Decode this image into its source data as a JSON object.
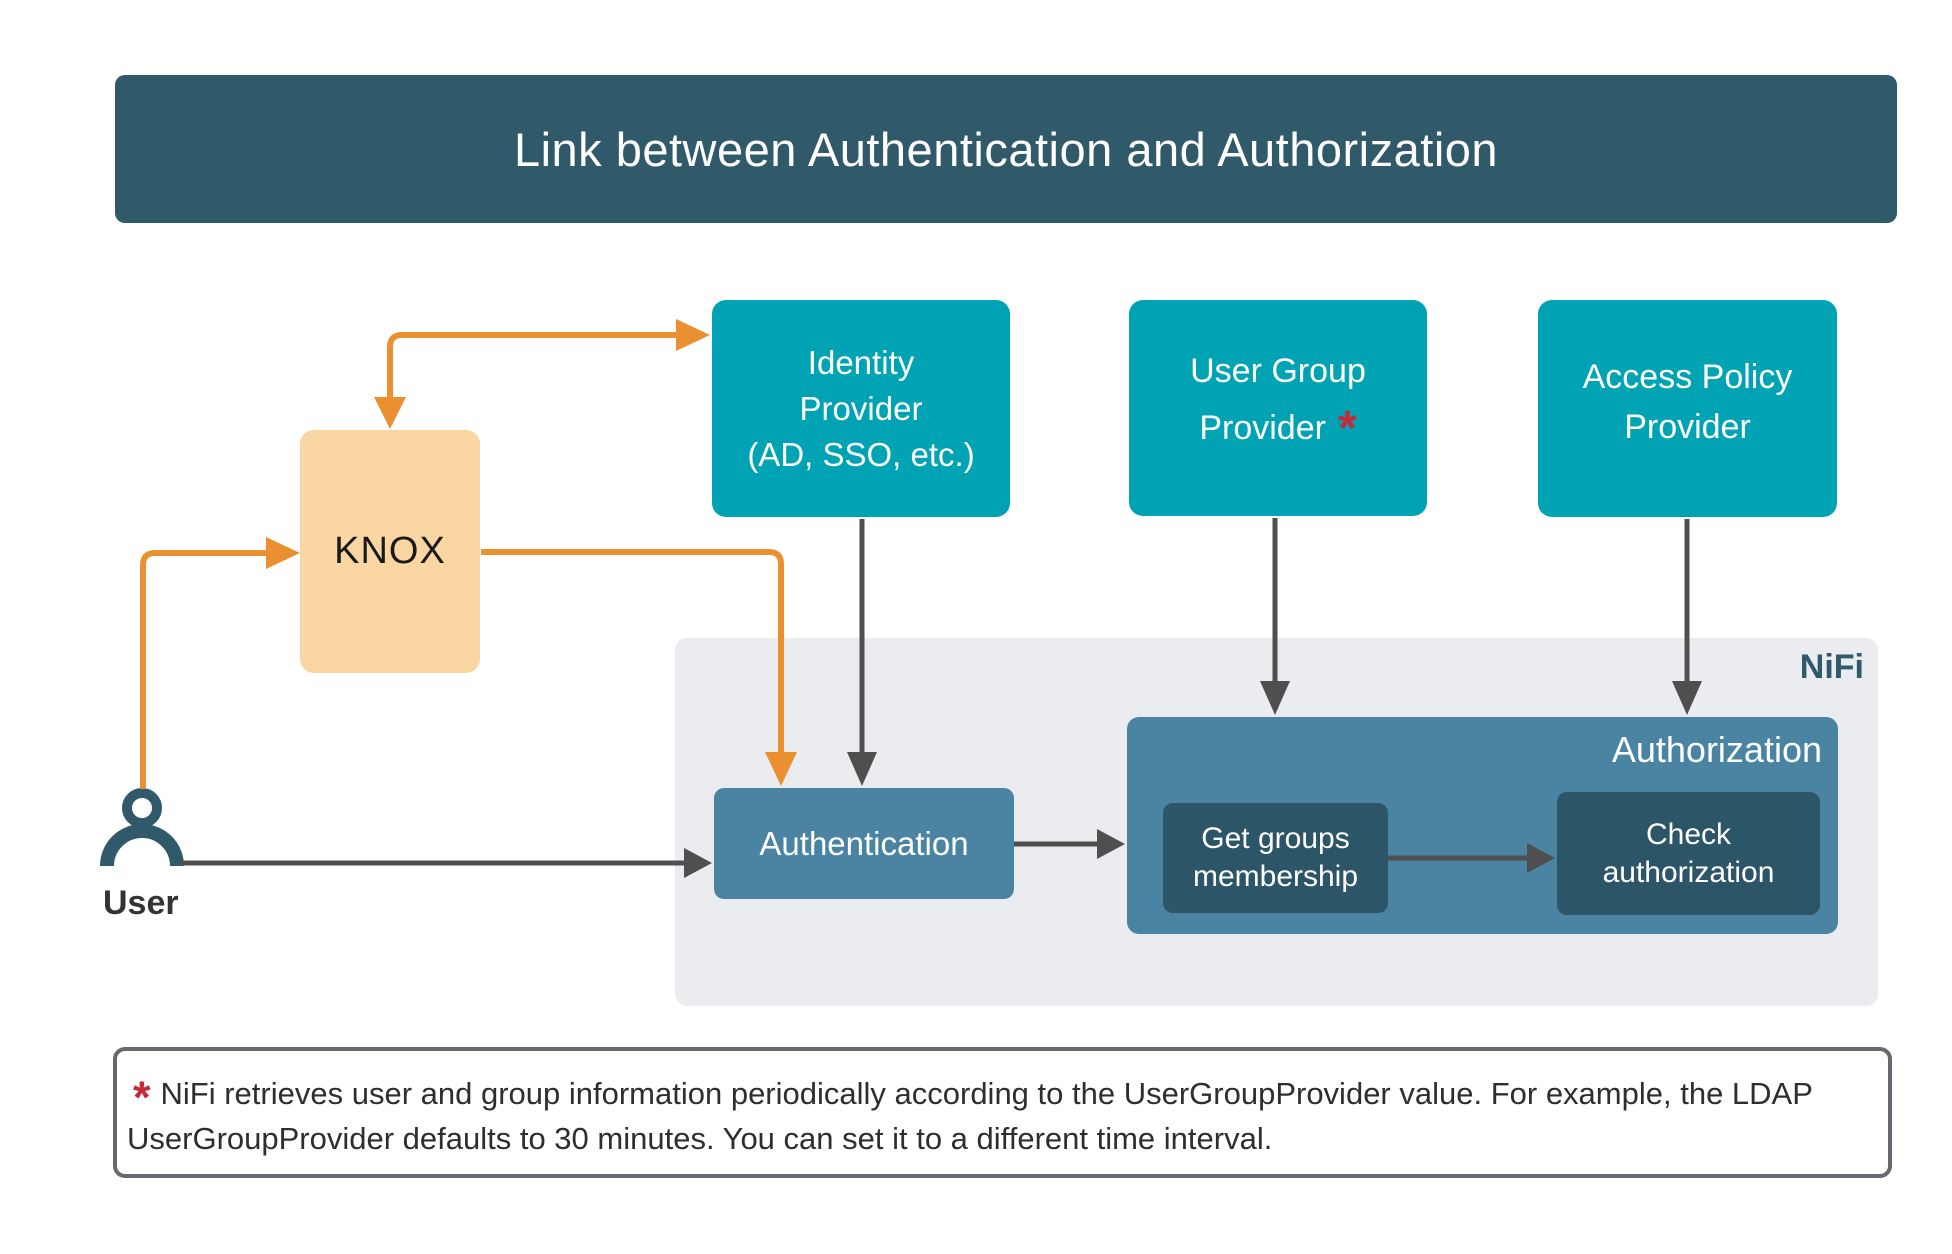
{
  "title": "Link between Authentication and Authorization",
  "colors": {
    "title_bar": "#30596a",
    "teal": "#00a3b4",
    "steel_blue": "#4a84a2",
    "dark_blue": "#2d5568",
    "panel_gray": "#eaecef",
    "knox_fill": "#fad7a2",
    "orange": "#ea9031",
    "arrow_gray": "#4f4f4f",
    "red": "#c8293a",
    "footnote_border": "#66696d",
    "text_dark": "#2c2e30"
  },
  "nodes": {
    "knox": {
      "label": "KNOX"
    },
    "identity_provider": {
      "line1": "Identity",
      "line2": "Provider",
      "line3": "(AD, SSO, etc.)"
    },
    "user_group_provider": {
      "line1": "User Group",
      "line2": "Provider",
      "asterisk": "*"
    },
    "access_policy_provider": {
      "line1": "Access Policy",
      "line2": "Provider"
    },
    "nifi_label": "NiFi",
    "authentication": {
      "label": "Authentication"
    },
    "authorization": {
      "label": "Authorization"
    },
    "get_groups": {
      "line1": "Get groups",
      "line2": "membership"
    },
    "check_authorization": {
      "line1": "Check",
      "line2": "authorization"
    },
    "user": {
      "label": "User"
    }
  },
  "footnote": {
    "asterisk": "*",
    "text": "NiFi retrieves user and group information periodically according to the UserGroupProvider value. For example, the LDAP UserGroupProvider defaults to 30 minutes. You can set it to a different time interval."
  }
}
